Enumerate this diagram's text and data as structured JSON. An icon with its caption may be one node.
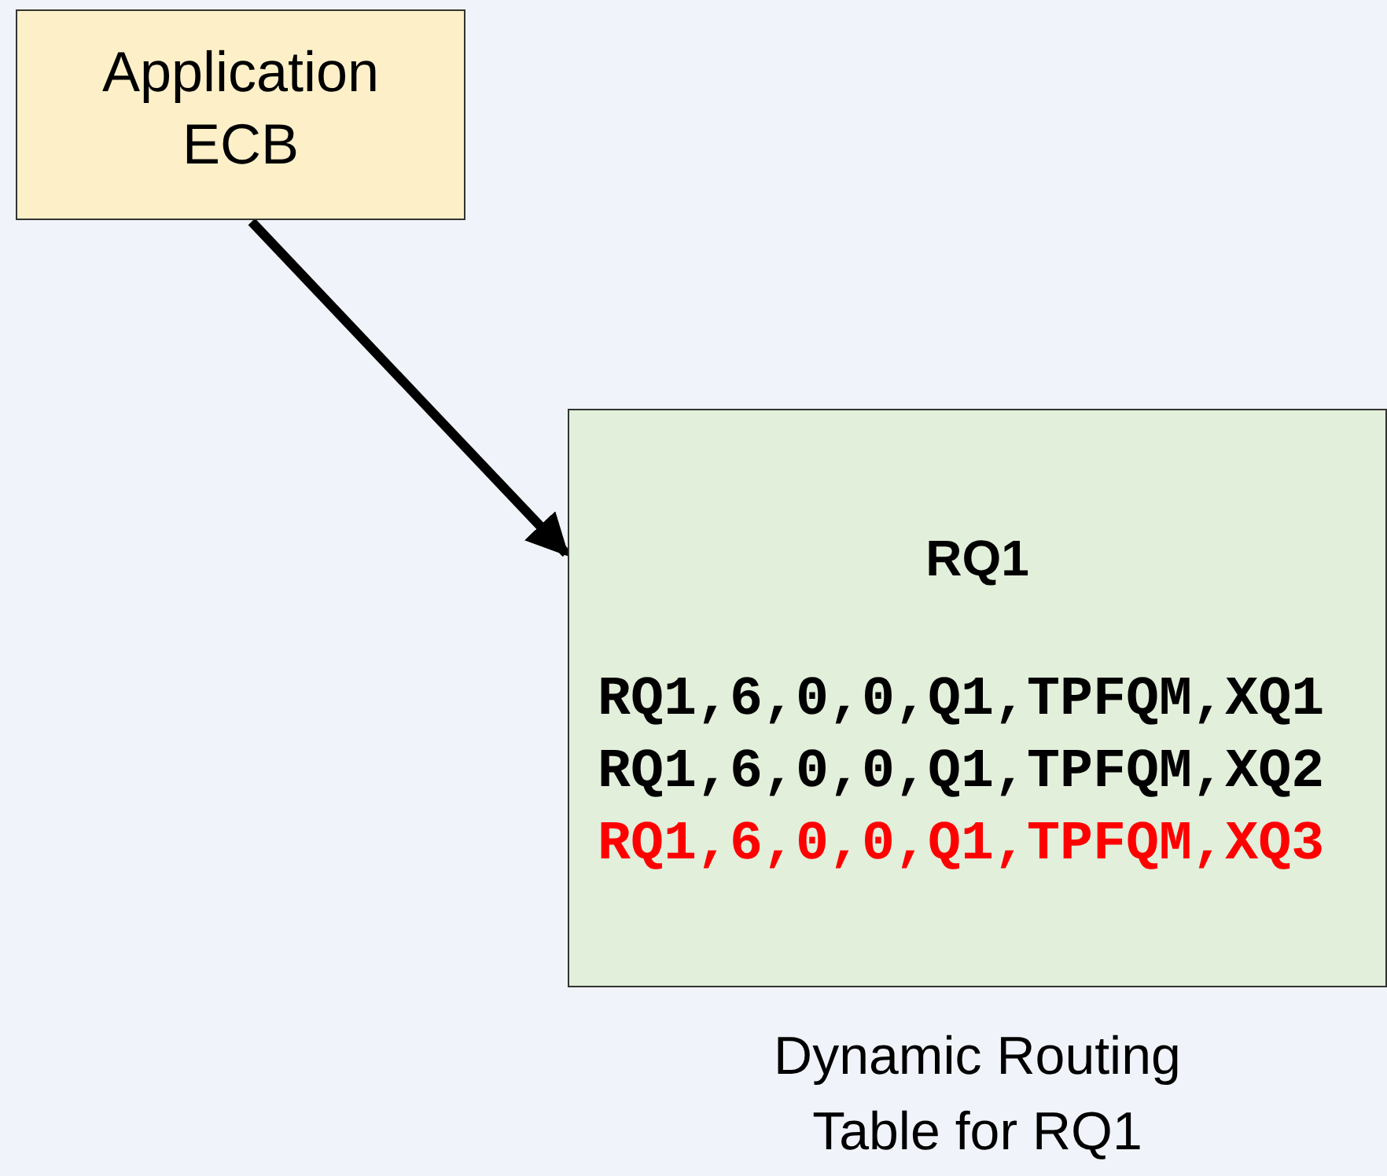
{
  "diagram": {
    "nodes": [
      {
        "text": [
          "Application ECB"
        ]
      },
      {
        "text": [
          "RQ1",
          "RQ1,6,0,0,Q1,TPFQM,XQ1",
          "RQ1,6,0,0,Q1,TPFQM,XQ2",
          "RQ1,6,0,0,Q1,TPFQM,XQ3"
        ],
        "beside": [
          "Dynamic Routing Table for RQ1"
        ]
      }
    ],
    "edges": [
      {
        "from": 0,
        "to": 1,
        "arrow": "to"
      }
    ]
  }
}
